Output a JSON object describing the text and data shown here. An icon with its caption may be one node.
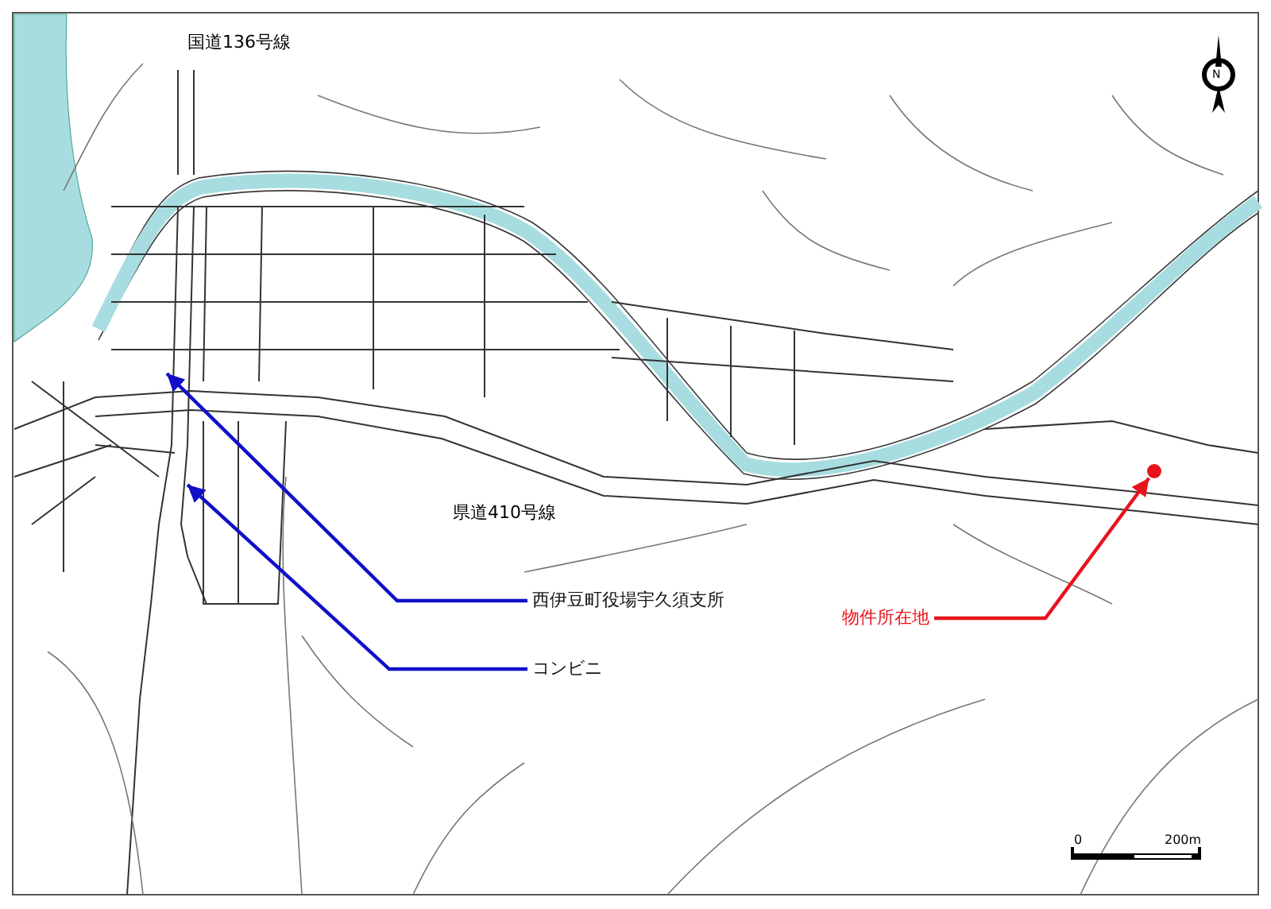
{
  "diagram": {
    "nodes": [
      {
        "text": [
          "西伊豆町役場宇久須支所"
        ]
      },
      {
        "text": [
          "コンビニ"
        ]
      },
      {
        "text": [
          "物件所在地"
        ]
      },
      {
        "text": [],
        "shape": "circle"
      }
    ],
    "edges": [
      {
        "from": 0,
        "to": null,
        "arrow": "to"
      },
      {
        "from": 1,
        "to": null,
        "arrow": "to"
      },
      {
        "from": 2,
        "to": 3,
        "arrow": "to",
        "color": "#e8121b"
      }
    ],
    "labels": [
      "国道136号線",
      "N",
      "県道410号線",
      "0",
      "200m"
    ]
  }
}
